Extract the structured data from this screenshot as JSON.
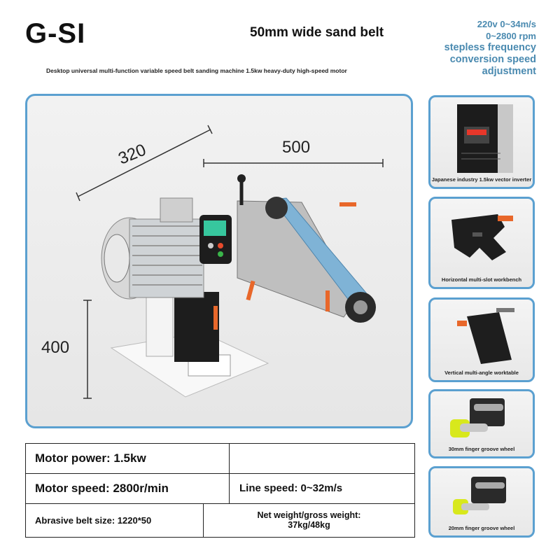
{
  "header": {
    "brand": "G-SI",
    "headline": "50mm wide sand belt",
    "subtitle": "Desktop universal multi-function variable speed belt sanding machine 1.5kw heavy-duty high-speed motor"
  },
  "top_right_specs": {
    "line1": "220v 0~34m/s",
    "line2": "0~2800 rpm",
    "line3": "stepless frequency",
    "line4": "conversion speed",
    "line5": "adjustment"
  },
  "dimensions": {
    "depth": "320",
    "width": "500",
    "height": "400"
  },
  "accessories": [
    {
      "caption": "Japanese industry 1.5kw vector inverter"
    },
    {
      "caption": "Horizontal multi-slot workbench"
    },
    {
      "caption": "Vertical multi-angle worktable"
    },
    {
      "caption": "30mm finger groove wheel"
    },
    {
      "caption": "20mm finger groove wheel"
    }
  ],
  "spec_table": {
    "motor_power": "Motor power: 1.5kw",
    "motor_power_right": "",
    "motor_speed": "Motor speed: 2800r/min",
    "line_speed": "Line speed: 0~32m/s",
    "belt_size": "Abrasive belt size: 1220*50",
    "weight_line1": "Net weight/gross weight:",
    "weight_line2": "37kg/48kg"
  },
  "colors": {
    "frame_blue": "#5ba0d0",
    "spec_text_blue": "#4a8ab0",
    "belt_blue": "#7fb3d6",
    "accent_orange": "#e8672a",
    "wheel_yellow": "#d8e81c"
  }
}
